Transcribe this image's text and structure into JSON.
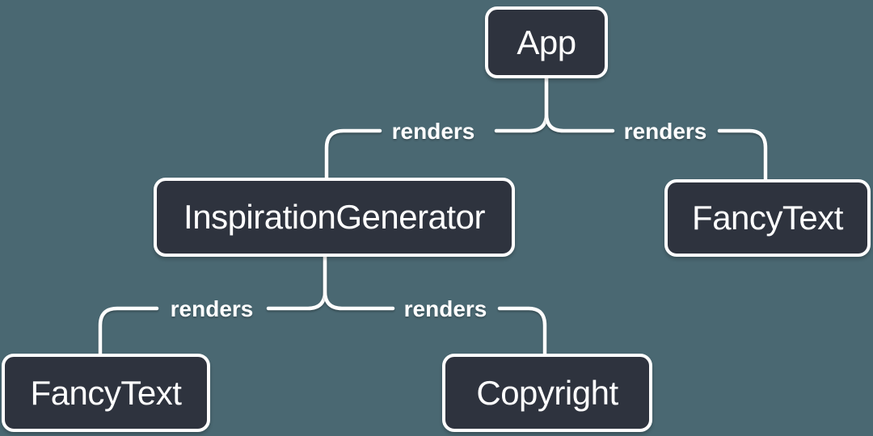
{
  "colors": {
    "background": "#4A6872",
    "node_fill": "#2E333E",
    "line": "#FFFFFF",
    "text": "#FFFFFF"
  },
  "diagram_type": "component-render-tree",
  "nodes": [
    {
      "id": "app",
      "label": "App"
    },
    {
      "id": "inspiration-generator",
      "label": "InspirationGenerator"
    },
    {
      "id": "fancy-text-top",
      "label": "FancyText"
    },
    {
      "id": "fancy-text-bottom",
      "label": "FancyText"
    },
    {
      "id": "copyright",
      "label": "Copyright"
    }
  ],
  "edges": [
    {
      "from": "App",
      "to": "InspirationGenerator",
      "label": "renders"
    },
    {
      "from": "App",
      "to": "FancyText",
      "label": "renders"
    },
    {
      "from": "InspirationGenerator",
      "to": "FancyText",
      "label": "renders"
    },
    {
      "from": "InspirationGenerator",
      "to": "Copyright",
      "label": "renders"
    }
  ]
}
